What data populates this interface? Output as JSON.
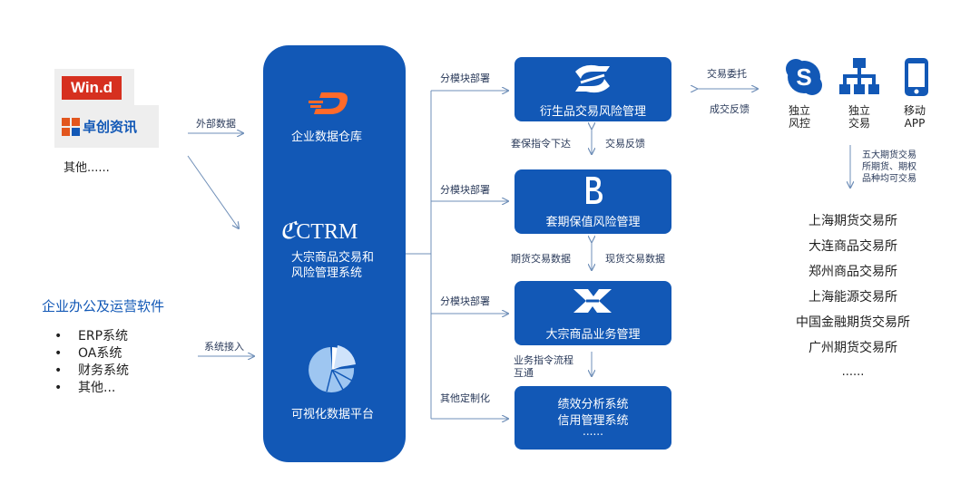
{
  "data_sources": {
    "wind_logo": "Win.d",
    "zhuochuang_logo": "卓创资讯",
    "others": "其他......",
    "arrow_label": "外部数据"
  },
  "office": {
    "title": "企业办公及运营软件",
    "items": [
      "ERP系统",
      "OA系统",
      "财务系统",
      "其他..."
    ],
    "arrow_label": "系统接入"
  },
  "core": {
    "warehouse": "企业数据仓库",
    "ctrm_logo": "CTRM",
    "ctrm_line1": "大宗商品交易和",
    "ctrm_line2": "风险管理系统",
    "visual": "可视化数据平台"
  },
  "modules": {
    "deploy1": "分模块部署",
    "deploy2": "分模块部署",
    "deploy3": "分模块部署",
    "custom": "其他定制化",
    "derivatives": "衍生品交易风险管理",
    "hedging": "套期保值风险管理",
    "commodity": "大宗商品业务管理",
    "perf_line1": "绩效分析系统",
    "perf_line2": "信用管理系统",
    "perf_line3": "......"
  },
  "flows": {
    "hedge_instruction": "套保指令下达",
    "trade_feedback": "交易反馈",
    "futures_data": "期货交易数据",
    "spot_data": "现货交易数据",
    "biz_line1": "业务指令流程",
    "biz_line2": "互通",
    "trade_commission": "交易委托",
    "deal_feedback": "成交反馈"
  },
  "terminals": {
    "risk_line1": "独立",
    "risk_line2": "风控",
    "trade_line1": "独立",
    "trade_line2": "交易",
    "app_line1": "移动",
    "app_line2": "APP",
    "note_line1": "五大期货交易",
    "note_line2": "所期货、期权",
    "note_line3": "品种均可交易"
  },
  "exchanges": [
    "上海期货交易所",
    "大连商品交易所",
    "郑州商品交易所",
    "上海能源交易所",
    "中国金融期货交易所",
    "广州期货交易所",
    "......"
  ],
  "colors": {
    "primary": "#1258b6",
    "wind_red": "#d6301f",
    "zc_orange": "#e2561e",
    "line": "#6f8fb8"
  }
}
